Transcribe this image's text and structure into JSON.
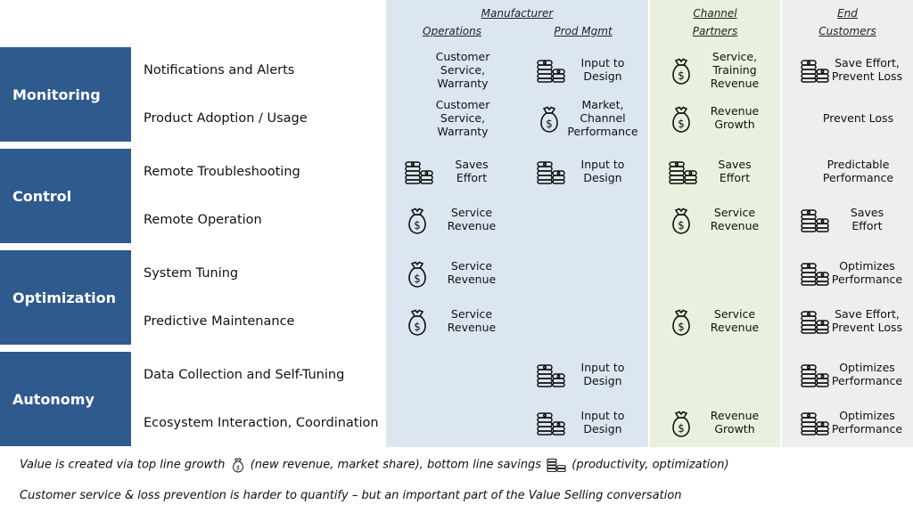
{
  "header": {
    "manufacturer": "Manufacturer",
    "operations": "Operations",
    "prod_mgmt": "Prod Mgmt",
    "channel_partners": [
      "Channel",
      "Partners"
    ],
    "end_customers": [
      "End",
      "Customers"
    ]
  },
  "categories": [
    "Monitoring",
    "Control",
    "Optimization",
    "Autonomy"
  ],
  "features": [
    "Notifications and Alerts",
    "Product Adoption / Usage",
    "Remote Troubleshooting",
    "Remote Operation",
    "System Tuning",
    "Predictive Maintenance",
    "Data Collection and Self-Tuning",
    "Ecosystem Interaction, Coordination"
  ],
  "cells": [
    {
      "row": 0,
      "col": "operations",
      "icon": "",
      "lines": [
        "Customer",
        "Service,",
        "Warranty"
      ]
    },
    {
      "row": 0,
      "col": "prod_mgmt",
      "icon": "coins-icon",
      "lines": [
        "Input to",
        "Design"
      ]
    },
    {
      "row": 0,
      "col": "channel",
      "icon": "money-bag-icon",
      "lines": [
        "Service,",
        "Training",
        "Revenue"
      ]
    },
    {
      "row": 0,
      "col": "end",
      "icon": "coins-icon",
      "lines": [
        "Save Effort,",
        "Prevent Loss"
      ]
    },
    {
      "row": 1,
      "col": "operations",
      "icon": "",
      "lines": [
        "Customer",
        "Service,",
        "Warranty"
      ]
    },
    {
      "row": 1,
      "col": "prod_mgmt",
      "icon": "money-bag-icon",
      "lines": [
        "Market,",
        "Channel",
        "Performance"
      ]
    },
    {
      "row": 1,
      "col": "channel",
      "icon": "money-bag-icon",
      "lines": [
        "Revenue",
        "Growth"
      ]
    },
    {
      "row": 1,
      "col": "end",
      "icon": "",
      "lines": [
        "Prevent Loss"
      ]
    },
    {
      "row": 2,
      "col": "operations",
      "icon": "coins-icon",
      "lines": [
        "Saves",
        "Effort"
      ]
    },
    {
      "row": 2,
      "col": "prod_mgmt",
      "icon": "coins-icon",
      "lines": [
        "Input to",
        "Design"
      ]
    },
    {
      "row": 2,
      "col": "channel",
      "icon": "coins-icon",
      "lines": [
        "Saves",
        "Effort"
      ]
    },
    {
      "row": 2,
      "col": "end",
      "icon": "",
      "lines": [
        "Predictable",
        "Performance"
      ]
    },
    {
      "row": 3,
      "col": "operations",
      "icon": "money-bag-icon",
      "lines": [
        "Service",
        "Revenue"
      ]
    },
    {
      "row": 3,
      "col": "channel",
      "icon": "money-bag-icon",
      "lines": [
        "Service",
        "Revenue"
      ]
    },
    {
      "row": 3,
      "col": "end",
      "icon": "coins-icon",
      "lines": [
        "Saves",
        "Effort"
      ]
    },
    {
      "row": 4,
      "col": "operations",
      "icon": "money-bag-icon",
      "lines": [
        "Service",
        "Revenue"
      ]
    },
    {
      "row": 4,
      "col": "end",
      "icon": "coins-icon",
      "lines": [
        "Optimizes",
        "Performance"
      ]
    },
    {
      "row": 5,
      "col": "operations",
      "icon": "money-bag-icon",
      "lines": [
        "Service",
        "Revenue"
      ]
    },
    {
      "row": 5,
      "col": "channel",
      "icon": "money-bag-icon",
      "lines": [
        "Service",
        "Revenue"
      ]
    },
    {
      "row": 5,
      "col": "end",
      "icon": "coins-icon",
      "lines": [
        "Save Effort,",
        "Prevent Loss"
      ]
    },
    {
      "row": 6,
      "col": "prod_mgmt",
      "icon": "coins-icon",
      "lines": [
        "Input to",
        "Design"
      ]
    },
    {
      "row": 6,
      "col": "end",
      "icon": "coins-icon",
      "lines": [
        "Optimizes",
        "Performance"
      ]
    },
    {
      "row": 7,
      "col": "prod_mgmt",
      "icon": "coins-icon",
      "lines": [
        "Input to",
        "Design"
      ]
    },
    {
      "row": 7,
      "col": "channel",
      "icon": "money-bag-icon",
      "lines": [
        "Revenue",
        "Growth"
      ]
    },
    {
      "row": 7,
      "col": "end",
      "icon": "coins-icon",
      "lines": [
        "Optimizes",
        "Performance"
      ]
    }
  ],
  "footer": {
    "line1_a": "Value is created via top line growth",
    "line1_b": "(new revenue, market share), bottom line savings",
    "line1_c": "(productivity, optimization)",
    "line2": "Customer service & loss prevention is harder to quantify – but an important part of the Value Selling conversation"
  },
  "colors": {
    "category_bg": "#2e5a8e",
    "manufacturer_bg": "#dce6f1",
    "channel_bg": "#e9f1de",
    "end_bg": "#eeeeee"
  }
}
